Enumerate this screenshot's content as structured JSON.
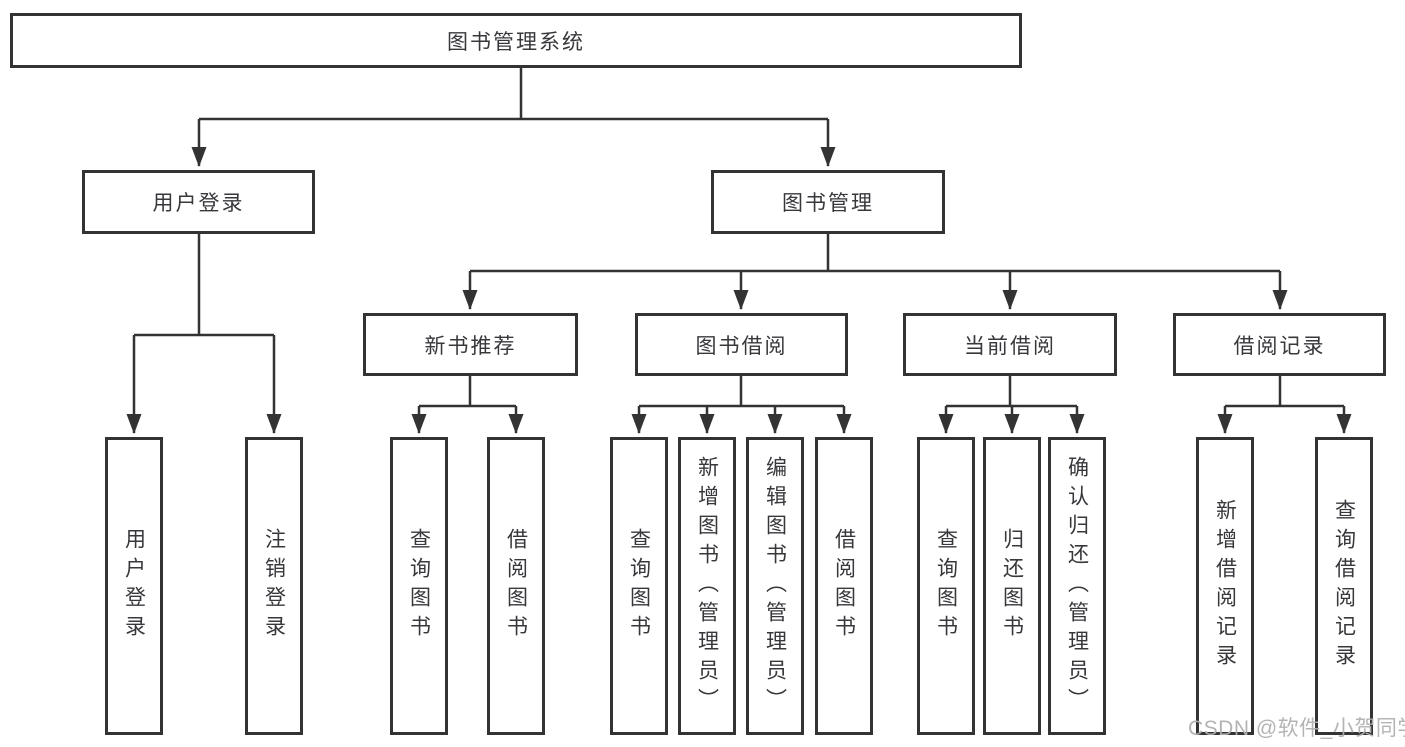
{
  "diagram": {
    "root": "图书管理系统",
    "level2": {
      "user_login": "用户登录",
      "book_mgmt": "图书管理"
    },
    "level3": {
      "new_book_rec": "新书推荐",
      "book_borrow": "图书借阅",
      "current_borrow": "当前借阅",
      "borrow_records": "借阅记录"
    },
    "leaves": {
      "user_login": "用户登录",
      "logout": "注销登录",
      "rec_query_books": "查询图书",
      "rec_borrow_books": "借阅图书",
      "bb_query_books": "查询图书",
      "bb_add_books": "新增图书（管理员）",
      "bb_edit_books": "编辑图书（管理员）",
      "bb_borrow_books": "借阅图书",
      "cur_query_books": "查询图书",
      "cur_return_books": "归还图书",
      "cur_confirm_return": "确认归还（管理员）",
      "rr_add_record": "新增借阅记录",
      "rr_query_record": "查询借阅记录"
    },
    "colors": {
      "line": "#333333",
      "text": "#38383c",
      "box_background": "#ffffff",
      "watermark": "#b0b0b0"
    }
  },
  "watermark": "CSDN @软件_小贺同学"
}
